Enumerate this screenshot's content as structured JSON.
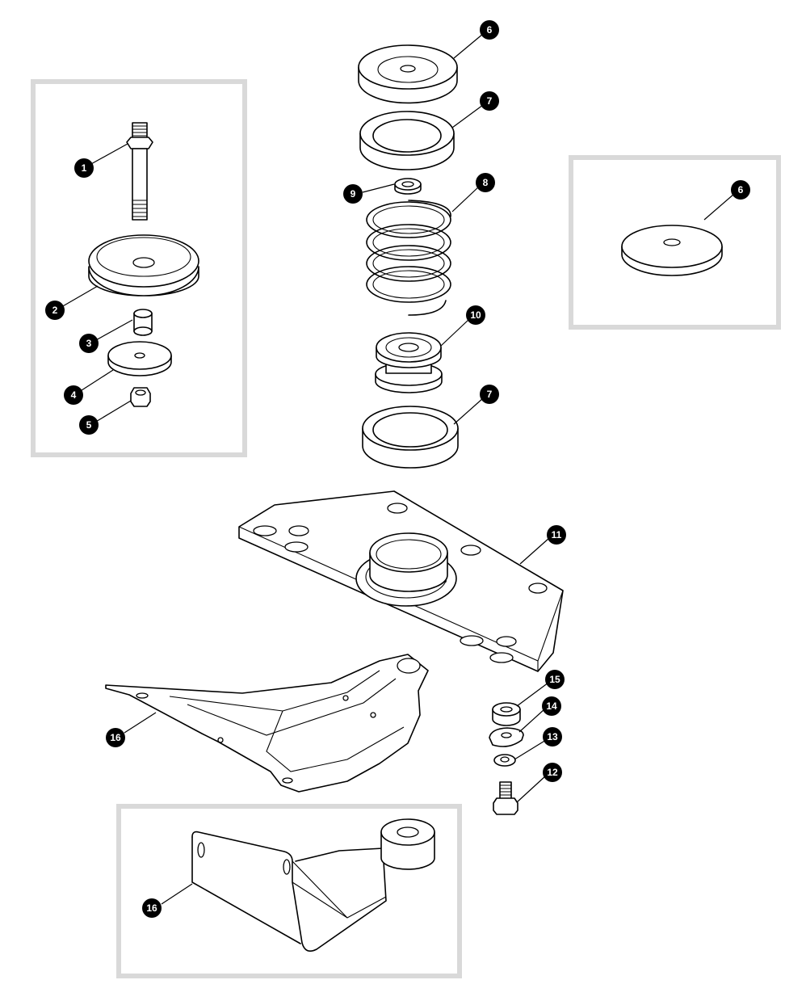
{
  "colors": {
    "ink": "#000000",
    "paper": "#ffffff",
    "inset_frame": "#d9d9d9",
    "callout_text": "#ffffff"
  },
  "callouts": [
    {
      "id": "c1",
      "label": "1"
    },
    {
      "id": "c2",
      "label": "2"
    },
    {
      "id": "c3",
      "label": "3"
    },
    {
      "id": "c4",
      "label": "4"
    },
    {
      "id": "c5",
      "label": "5"
    },
    {
      "id": "c6a",
      "label": "6"
    },
    {
      "id": "c7a",
      "label": "7"
    },
    {
      "id": "c8",
      "label": "8"
    },
    {
      "id": "c9",
      "label": "9"
    },
    {
      "id": "c10",
      "label": "10"
    },
    {
      "id": "c7b",
      "label": "7"
    },
    {
      "id": "c6b",
      "label": "6"
    },
    {
      "id": "c11",
      "label": "11"
    },
    {
      "id": "c15",
      "label": "15"
    },
    {
      "id": "c14",
      "label": "14"
    },
    {
      "id": "c13",
      "label": "13"
    },
    {
      "id": "c12",
      "label": "12"
    },
    {
      "id": "c16a",
      "label": "16"
    },
    {
      "id": "c16b",
      "label": "16"
    }
  ]
}
